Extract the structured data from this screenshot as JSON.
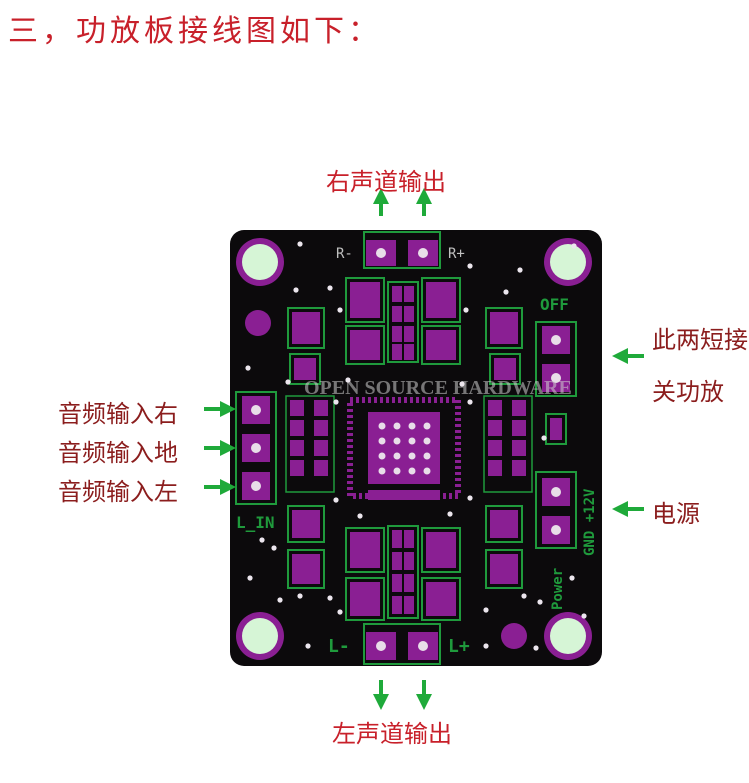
{
  "heading": "三，功放板接线图如下：",
  "labels": {
    "right_out": "右声道输出",
    "left_out": "左声道输出",
    "audio_in_right": "音频输入右",
    "audio_in_ground": "音频输入地",
    "audio_in_left": "音频输入左",
    "short_line1": "此两短接",
    "short_line2": "关功放",
    "power": "电源"
  },
  "board": {
    "silk_r_minus": "R-",
    "silk_r_plus": "R+",
    "silk_off": "OFF",
    "silk_l_in": "L_IN",
    "silk_gnd_12v": "GND +12V",
    "silk_power": "Power",
    "silk_l_minus": "L-",
    "silk_l_plus": "L+",
    "watermark": "OPEN SOURCE HARDWARE"
  },
  "colors": {
    "board": "#0c0a0c",
    "pad": "#8a1f93",
    "copper_outline": "#1f9a3c",
    "mount_hole": "#d6f5d6",
    "silkscreen": "#c0c0c0",
    "arrow": "#1faa3a",
    "label_red": "#c8202a"
  }
}
